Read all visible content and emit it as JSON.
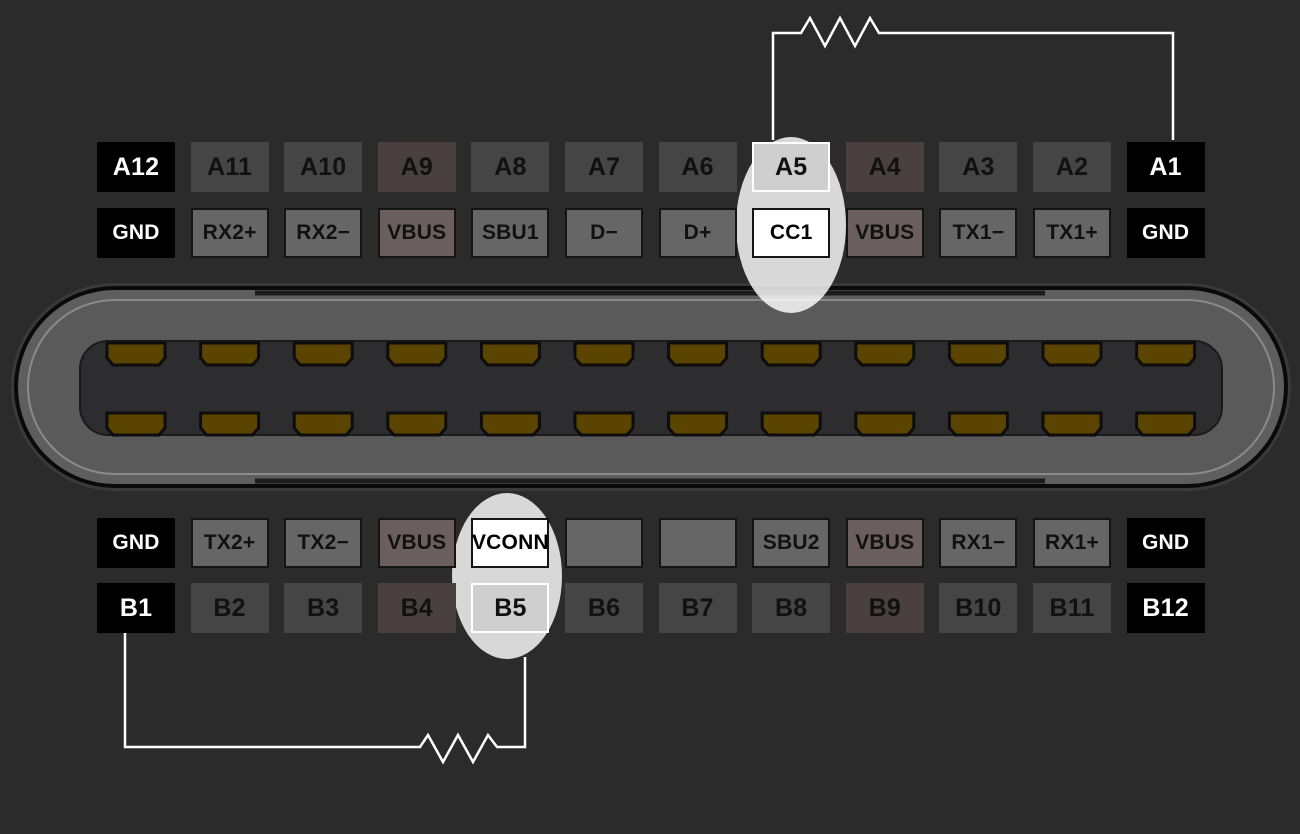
{
  "colors": {
    "background": "#2b2b2b",
    "receptacle_shell": "#5e5e5e",
    "receptacle_cavity": "#2d2d30",
    "contact": "#5a4400",
    "highlight": "#ffffff",
    "wire": "#ffffff"
  },
  "top_pins": [
    {
      "pin": "A12",
      "signal": "GND",
      "style": "power"
    },
    {
      "pin": "A11",
      "signal": "RX2+",
      "style": "normal"
    },
    {
      "pin": "A10",
      "signal": "RX2−",
      "style": "normal"
    },
    {
      "pin": "A9",
      "signal": "VBUS",
      "style": "vbus"
    },
    {
      "pin": "A8",
      "signal": "SBU1",
      "style": "normal"
    },
    {
      "pin": "A7",
      "signal": "D−",
      "style": "normal"
    },
    {
      "pin": "A6",
      "signal": "D+",
      "style": "normal"
    },
    {
      "pin": "A5",
      "signal": "CC1",
      "style": "highlight"
    },
    {
      "pin": "A4",
      "signal": "VBUS",
      "style": "vbus"
    },
    {
      "pin": "A3",
      "signal": "TX1−",
      "style": "normal"
    },
    {
      "pin": "A2",
      "signal": "TX1+",
      "style": "normal"
    },
    {
      "pin": "A1",
      "signal": "GND",
      "style": "power"
    }
  ],
  "bottom_pins": [
    {
      "pin": "B1",
      "signal": "GND",
      "style": "power"
    },
    {
      "pin": "B2",
      "signal": "TX2+",
      "style": "normal"
    },
    {
      "pin": "B3",
      "signal": "TX2−",
      "style": "normal"
    },
    {
      "pin": "B4",
      "signal": "VBUS",
      "style": "vbus"
    },
    {
      "pin": "B5",
      "signal": "VCONN",
      "style": "highlight"
    },
    {
      "pin": "B6",
      "signal": "",
      "style": "empty"
    },
    {
      "pin": "B7",
      "signal": "",
      "style": "empty"
    },
    {
      "pin": "B8",
      "signal": "SBU2",
      "style": "normal"
    },
    {
      "pin": "B9",
      "signal": "VBUS",
      "style": "vbus"
    },
    {
      "pin": "B10",
      "signal": "RX1−",
      "style": "normal"
    },
    {
      "pin": "B11",
      "signal": "RX1+",
      "style": "normal"
    },
    {
      "pin": "B12",
      "signal": "GND",
      "style": "power"
    }
  ],
  "resistors": [
    {
      "between": [
        "A5",
        "A1"
      ]
    },
    {
      "between": [
        "B1",
        "B5"
      ]
    }
  ]
}
